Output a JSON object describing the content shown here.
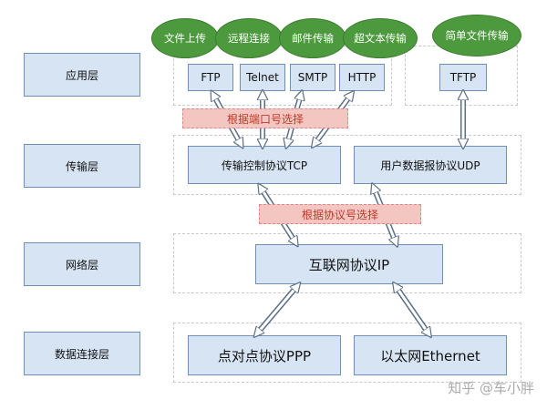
{
  "layers": {
    "application": "应用层",
    "transport": "传输层",
    "network": "网络层",
    "datalink": "数据连接层"
  },
  "bubbles": {
    "file_upload": "文件上传",
    "remote_login": "远程连接",
    "mail": "邮件传输",
    "hypertext": "超文本传输",
    "simple_file": "简单文件传输"
  },
  "protocols": {
    "ftp": "FTP",
    "telnet": "Telnet",
    "smtp": "SMTP",
    "http": "HTTP",
    "tftp": "TFTP",
    "tcp": "传输控制协议TCP",
    "udp": "用户数据报协议UDP",
    "ip": "互联网协议IP",
    "ppp": "点对点协议PPP",
    "ethernet": "以太网Ethernet"
  },
  "notes": {
    "port_select": "根据端口号选择",
    "protocol_select": "根据协议号选择"
  },
  "watermark": "知乎 @车小胖"
}
